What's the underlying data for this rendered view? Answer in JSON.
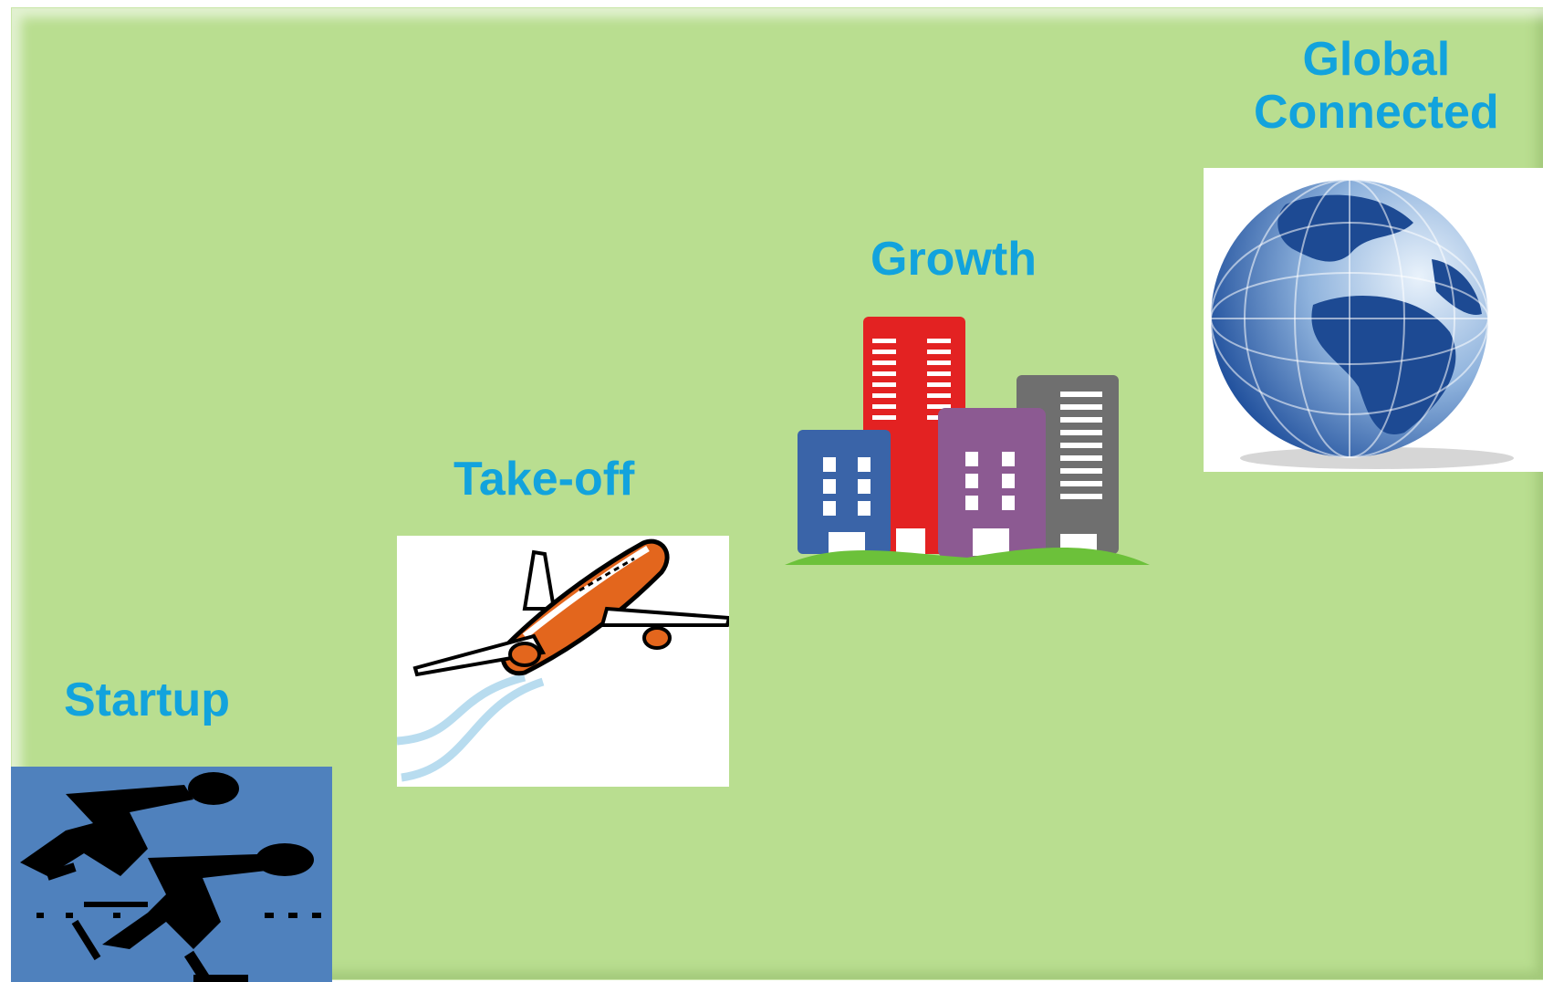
{
  "stages": [
    {
      "label": "Startup",
      "icon": "speed-skaters-icon"
    },
    {
      "label": "Take-off",
      "icon": "airplane-icon"
    },
    {
      "label": "Growth",
      "icon": "city-buildings-icon"
    },
    {
      "label_line1": "Global",
      "label_line2": "Connected",
      "icon": "globe-icon"
    }
  ],
  "colors": {
    "background": "#b9de90",
    "label": "#12a3dd",
    "startup_tile": "#4f81bd"
  }
}
